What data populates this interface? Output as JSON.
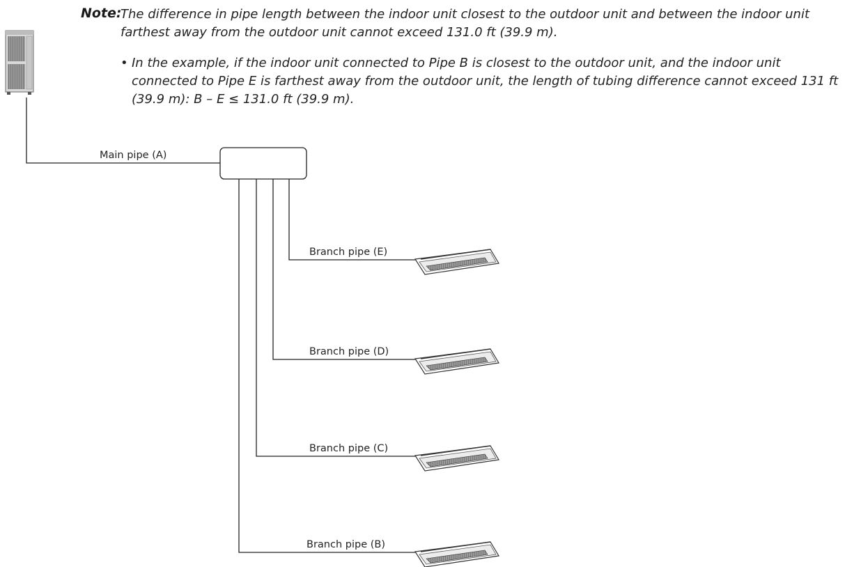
{
  "note": {
    "label": "Note:",
    "text": "The difference in pipe length between the indoor unit closest to the outdoor unit and between the indoor unit farthest away from the outdoor unit cannot exceed 131.0 ft (39.9 m).",
    "bullet_symbol": "•",
    "bullet": "In the example, if the indoor unit connected to Pipe B is closest to the outdoor unit, and the indoor unit connected to Pipe E is farthest away from the outdoor unit, the length of tubing difference cannot exceed 131 ft (39.9 m): B – E ≤ 131.0 ft (39.9 m)."
  },
  "diagram": {
    "main_pipe_label": "Main pipe (A)",
    "branches": [
      {
        "label": "Branch pipe (E)"
      },
      {
        "label": "Branch pipe (D)"
      },
      {
        "label": "Branch pipe (C)"
      },
      {
        "label": "Branch pipe (B)"
      }
    ]
  }
}
